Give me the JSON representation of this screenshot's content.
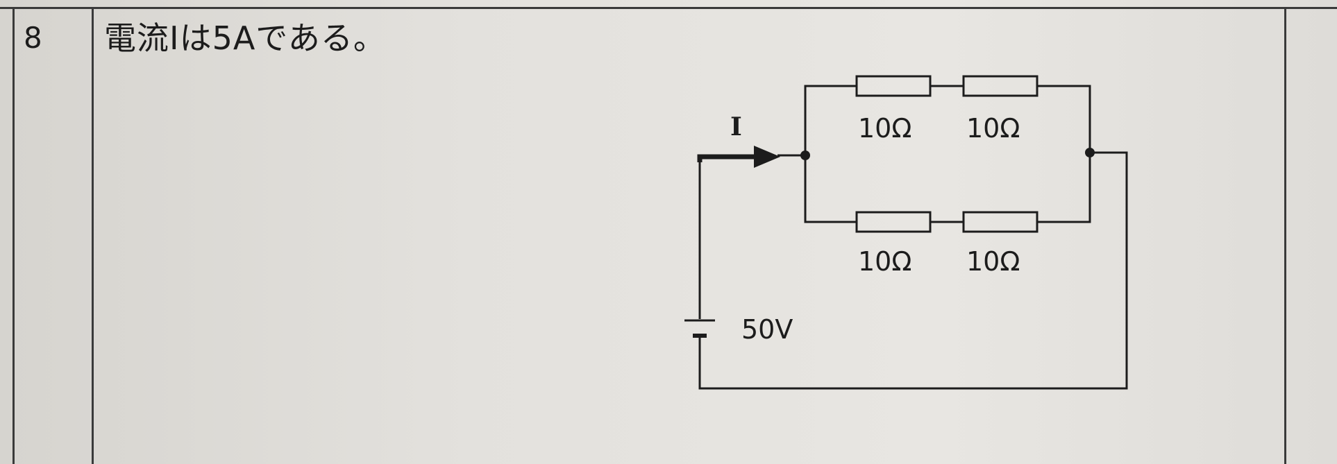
{
  "question": {
    "number": "8",
    "text": "電流Iは5Aである。"
  },
  "diagram": {
    "current_label": "I",
    "battery_voltage": "50V",
    "resistors": {
      "top_left": "10Ω",
      "top_right": "10Ω",
      "bottom_left": "10Ω",
      "bottom_right": "10Ω"
    },
    "colors": {
      "ink": "#1c1c1c",
      "paper": "#e6e4e0"
    }
  }
}
